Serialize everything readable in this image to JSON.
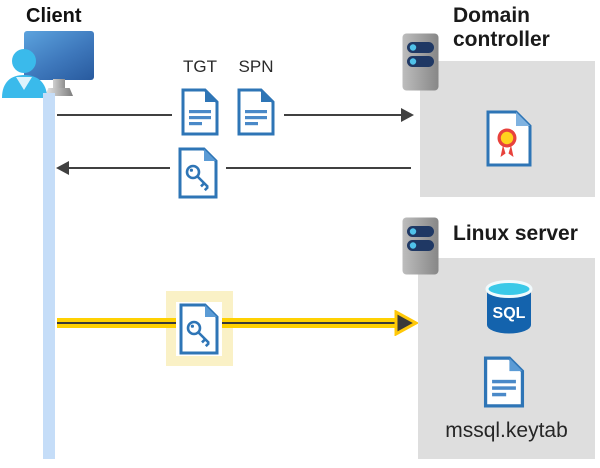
{
  "client": {
    "label": "Client"
  },
  "kdc_exchange": {
    "tgt_label": "TGT",
    "spn_label": "SPN"
  },
  "domain_controller": {
    "label": "Domain controller"
  },
  "linux_server": {
    "label": "Linux server",
    "sql_text": "SQL",
    "keytab_label": "mssql.keytab"
  },
  "colors": {
    "arrow_dark": "#404040",
    "arrow_yellow": "#ffd102",
    "highlight_yellow": "#faf1c6",
    "lifeline_blue": "#c5ddf8",
    "panel_gray": "#dedede",
    "doc_border_blue": "#2e75b6",
    "doc_line_blue": "#4a89c8",
    "monitor_blue": "#3e78bc",
    "person_cyan": "#3abaeb",
    "server_pill_navy": "#1f3864",
    "server_dot_cyan": "#50c2ea",
    "sql_body_blue": "#1463ad",
    "sql_top_cyan": "#3ac9e8",
    "seal_red": "#e8423c",
    "seal_yellow": "#ffd21e"
  }
}
